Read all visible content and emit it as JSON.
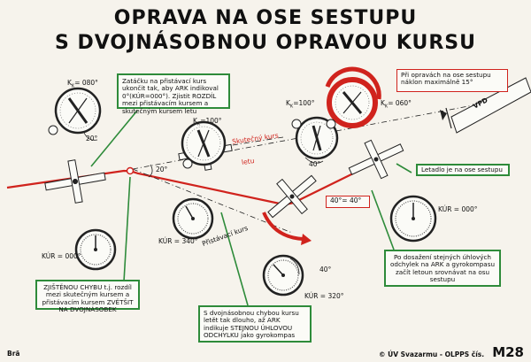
{
  "title": {
    "line1": "OPRAVA NA OSE SESTUPU",
    "line2": "S DVOJNÁSOBNOU OPRAVOU KURSU"
  },
  "notes": {
    "note1": "Zatáčku na přistávací kurs ukončit tak, aby ARK indikoval 0°(KÚR=000°). Zjistit ROZDÍL mezi přistávacím kursem a skutečným kursem letu",
    "note2": "Při opravách na ose sestupu náklon maximálně 15°",
    "note3": "Letadlo je na ose sestupu",
    "note4": "ZJIŠTĚNOU CHYBU t.j. rozdíl mezi skutečným kursem a přistávacím kursem ZVĚTŠIT NA DVOJNÁSOBEK",
    "note5": "S dvojnásobnou chybou kursu letět tak dlouho, až ARK indikuje STEJNOU ÚHLOVOU ODCHYLKU jako gyrokompas",
    "note6": "Po dosažení stejných úhlových odchylek na ARK a gyrokompasu začít letoun srovnávat na osu sestupu"
  },
  "labels": {
    "kk080": "K",
    "kk080_sub": "K",
    "kk080_val": "= 080°",
    "kk100a": "K",
    "kk100a_sub": "K",
    "kk100a_val": "=100°",
    "kk100b": "K",
    "kk100b_sub": "K",
    "kk100b_val": "=100°",
    "kk060": "K",
    "kk060_sub": "K",
    "kk060_val": "= 060°",
    "skutecny_kurs": "Skutečný kurs",
    "letu": "letu",
    "pristavaci_kurs": "Přistávací kurs",
    "a20_1": "20°",
    "a20_2": "20°",
    "a40_1": "40°",
    "a40_2": "40°",
    "a40_40": "40°= 40°",
    "kur000_a": "KÚR = 000°",
    "kur340": "KÚR = 340°",
    "kur000_b": "KÚR = 000°",
    "kur320": "KÚR = 320°",
    "vpd": "VPD"
  },
  "footer": {
    "left": "Brä",
    "right": "© ÚV Svazarmu - OLPPS čís.",
    "code": "M28"
  },
  "colors": {
    "red": "#d0231d",
    "green": "#2e8b3a",
    "ink": "#111111",
    "paper": "#f6f3ec"
  }
}
